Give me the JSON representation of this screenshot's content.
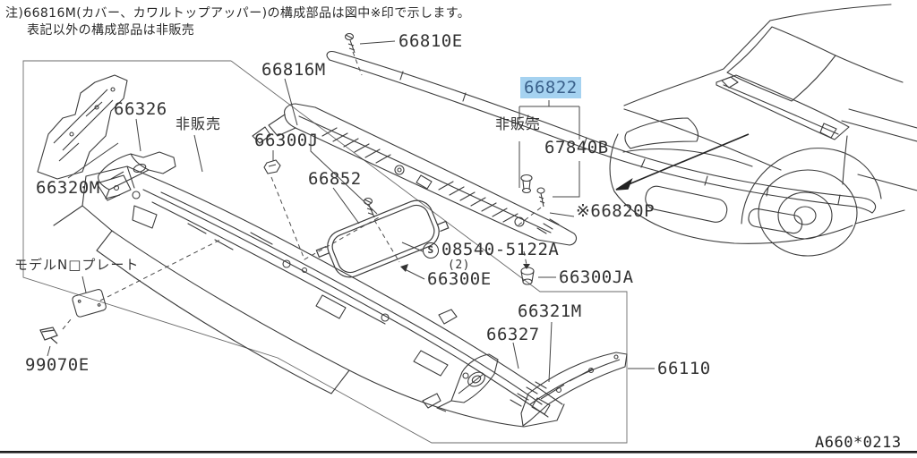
{
  "note": {
    "line1": "注)66816M(カバー、カワルトップアッパー)の構成部品は図中※印で示します。",
    "line2": "表記以外の構成部品は非販売"
  },
  "parts": {
    "p66810E": "66810E",
    "p66816M": "66816M",
    "p66326": "66326",
    "p66300J": "66300J",
    "p66852": "66852",
    "p66320M": "66320M",
    "p66822": "66822",
    "p67840B": "67840B",
    "p66820P": "※66820P",
    "screw_symbol": "S",
    "p08540": "08540-5122A",
    "p08540_qty": "(2)",
    "p66300E": "66300E",
    "p66300JA": "66300JA",
    "p66321M": "66321M",
    "p66327": "66327",
    "p66110": "66110",
    "p99070E": "99070E",
    "model_plate": "モデルN□プレート",
    "not_sold_left": "非販売",
    "not_sold_right": "非販売"
  },
  "highlight": {
    "bg": "#a5d2f0",
    "fg": "#3a608a",
    "selected_part": "66822"
  },
  "colors": {
    "line": "#3c3c3c",
    "frame": "#6a6a6a",
    "leader": "#444444",
    "footer_rule": "#1c1c1c"
  },
  "footer": {
    "code": "A660*0213"
  }
}
